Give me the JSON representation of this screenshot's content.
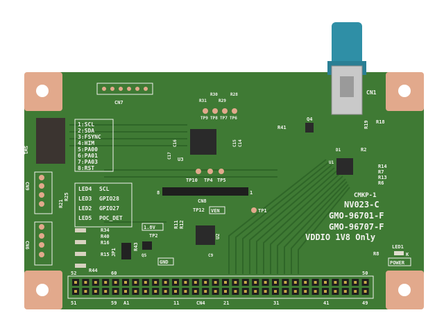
{
  "board": {
    "colors": {
      "pcb": "#3f7a34",
      "copper": "#e2a98c",
      "connector": "#2f8fa6",
      "silkscreen": "#f2f2ee"
    },
    "title_lines": [
      "NV023-C",
      "GMO-96701-F",
      "GMO-96707-F",
      "VDDIO 1V8 Only"
    ],
    "ckp_label": "CMKP-1",
    "power_label": "POWER",
    "led1_label": "LED1",
    "r8_label": "R8",
    "k_label": "K",
    "sw1_label": "SW1",
    "switch_functions": [
      "1:SCL",
      "2:SDA",
      "3:FSYNC",
      "4:HIM",
      "5:PA00",
      "6:PA01",
      "7:PA03",
      "8:RST"
    ],
    "leds": [
      {
        "name": "LED4",
        "signal": "SCL"
      },
      {
        "name": "LED3",
        "signal": "GPIO28"
      },
      {
        "name": "LED2",
        "signal": "GPIO27"
      },
      {
        "name": "LED5",
        "signal": "POC_DET"
      }
    ],
    "resistors": [
      "R34",
      "R40",
      "R16",
      "R15",
      "R44",
      "R43",
      "R41",
      "R14",
      "R7",
      "R13",
      "R6",
      "R2",
      "R25",
      "R21",
      "R11",
      "R12",
      "R18",
      "R19"
    ],
    "test_points_top": [
      "TP9",
      "TP8",
      "TP7",
      "TP6"
    ],
    "resistors_top": [
      "R31",
      "R30",
      "R29",
      "R28"
    ],
    "test_points_mid": [
      "TP10",
      "TP4",
      "TP5"
    ],
    "tp12": "TP12",
    "ven": "VEN",
    "tp1": "TP1",
    "tp2": "TP2",
    "v18": "1.8V",
    "gnd": "GND",
    "connectors": {
      "cn1": "CN1",
      "cn7": "CN7",
      "cn8": "CN8",
      "cn9": "CN9",
      "cn6": "CN6",
      "cn4": "CN4"
    },
    "chips": {
      "u3": "U3",
      "u1": "U1",
      "u2": "U2",
      "q4": "Q4",
      "q5": "Q5",
      "jp1": "JP1",
      "d1": "D1"
    },
    "caps": [
      "C17",
      "C16",
      "C15",
      "C14",
      "C9"
    ],
    "header_pin_labels": {
      "top_left": "52",
      "top_mid": "60",
      "top_right": "50",
      "bottom": [
        "51",
        "59",
        "A1",
        "11",
        "21",
        "31",
        "41",
        "49"
      ]
    },
    "cn8_pins": [
      "8",
      "1"
    ]
  }
}
